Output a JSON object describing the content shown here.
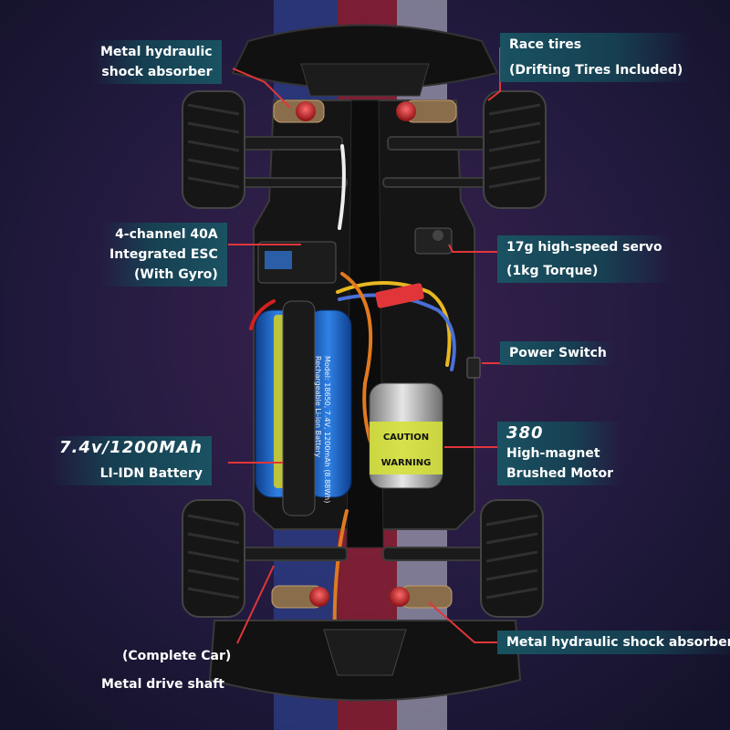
{
  "labels": {
    "shock_front": [
      "Metal hydraulic",
      "shock absorber"
    ],
    "race_tires": [
      "Race tires",
      "(Drifting Tires Included)"
    ],
    "esc": [
      "4-channel 40A",
      "Integrated ESC",
      "(With Gyro)"
    ],
    "servo": [
      "17g high-speed servo",
      "(1kg Torque)"
    ],
    "power_switch": "Power Switch",
    "battery": [
      "7.4v/1200MAh",
      "LI-IDN Battery"
    ],
    "motor": [
      "380",
      "High-magnet",
      "Brushed Motor"
    ],
    "complete_car": "(Complete Car)",
    "drive_shaft": "Metal drive shaft",
    "shock_rear": "Metal hydraulic shock absorber"
  },
  "battery_print": {
    "model": "Model: 18650, 7.4V, 1200mAh (8.88Wh)",
    "type": "Rechargeable Li-ion Battery"
  },
  "motor_print": [
    "CAUTION",
    "WARNING"
  ],
  "colors": {
    "accent": "#e0363a",
    "panel": "#1f5a66",
    "battery": "#1e6fd0",
    "motor_label": "#d4e03a"
  }
}
